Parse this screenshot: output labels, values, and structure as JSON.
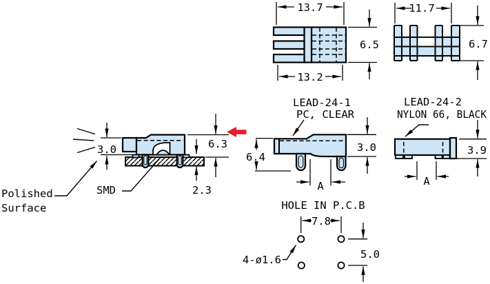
{
  "colors": {
    "part_fill": "#cde5f6",
    "line": "#000000",
    "accent_red": "#e8192c",
    "background": "#ffffff"
  },
  "views": {
    "top_view": {
      "dim_width_outer": "13.7",
      "dim_width_inner": "13.2",
      "dim_depth": "6.5"
    },
    "front_view": {
      "dim_width": "11.7",
      "dim_height": "6.7"
    },
    "lead1": {
      "title": "LEAD-24-1",
      "material": "PC, CLEAR",
      "dim_total_height": "6.4",
      "dim_body_height": "3.0",
      "dim_lead_span": "A"
    },
    "lead2": {
      "title": "LEAD-24-2",
      "material": "NYLON 66, BLACK",
      "dim_height": "3.9",
      "dim_lead_span": "A"
    },
    "assembly": {
      "dim_lens_height": "3.0",
      "dim_height_above_board": "6.3",
      "dim_below_board": "2.3",
      "label_smd": "SMD",
      "label_polished_line1": "Polished",
      "label_polished_line2": "Surface"
    },
    "pcb": {
      "title": "HOLE IN P.C.B",
      "dim_pitch_horizontal": "7.8",
      "dim_pitch_vertical": "5.0",
      "hole_callout": "4-ø1.6"
    }
  }
}
